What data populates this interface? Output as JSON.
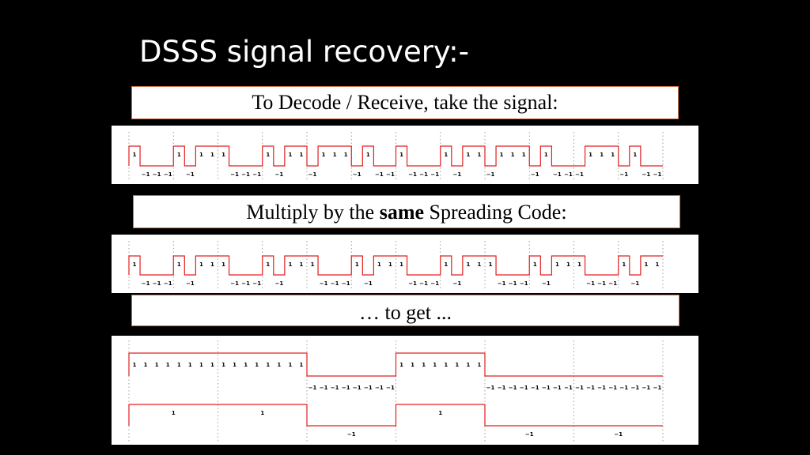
{
  "slide": {
    "title": "DSSS signal recovery:-",
    "box1": "To Decode / Receive, take the signal:",
    "box2_pre": "Multiply by the ",
    "box2_bold": "same",
    "box2_post": " Spreading Code:",
    "box3": "… to get ..."
  },
  "colors": {
    "waveform": "#e02020",
    "background": "#000000",
    "box_border": "#c8704a",
    "grid": "#888888"
  },
  "waveforms": {
    "received": [
      1,
      -1,
      -1,
      -1,
      1,
      -1,
      1,
      1,
      1,
      -1,
      -1,
      -1,
      1,
      -1,
      1,
      1,
      -1,
      1,
      1,
      1,
      -1,
      1,
      -1,
      -1,
      1,
      -1,
      -1,
      -1,
      1,
      -1,
      1,
      1,
      -1,
      1,
      1,
      1,
      -1,
      1,
      -1,
      -1,
      -1,
      1,
      1,
      1,
      -1,
      1,
      -1,
      -1
    ],
    "code": [
      1,
      -1,
      -1,
      -1,
      1,
      -1,
      1,
      1,
      1,
      -1,
      -1,
      -1,
      1,
      -1,
      1,
      1,
      1,
      -1,
      -1,
      -1,
      1,
      -1,
      1,
      1,
      1,
      -1,
      -1,
      -1,
      1,
      -1,
      1,
      1,
      1,
      -1,
      -1,
      -1,
      1,
      -1,
      1,
      1,
      1,
      -1,
      -1,
      -1,
      1,
      -1,
      1,
      1
    ],
    "product": [
      1,
      1,
      1,
      1,
      1,
      1,
      1,
      1,
      1,
      1,
      1,
      1,
      1,
      1,
      1,
      1,
      -1,
      -1,
      -1,
      -1,
      -1,
      -1,
      -1,
      -1,
      1,
      1,
      1,
      1,
      1,
      1,
      1,
      1,
      -1,
      -1,
      -1,
      -1,
      -1,
      -1,
      -1,
      -1,
      -1,
      -1,
      -1,
      -1,
      -1,
      -1,
      -1,
      -1
    ],
    "data": [
      1,
      1,
      -1,
      1,
      -1,
      -1
    ]
  }
}
